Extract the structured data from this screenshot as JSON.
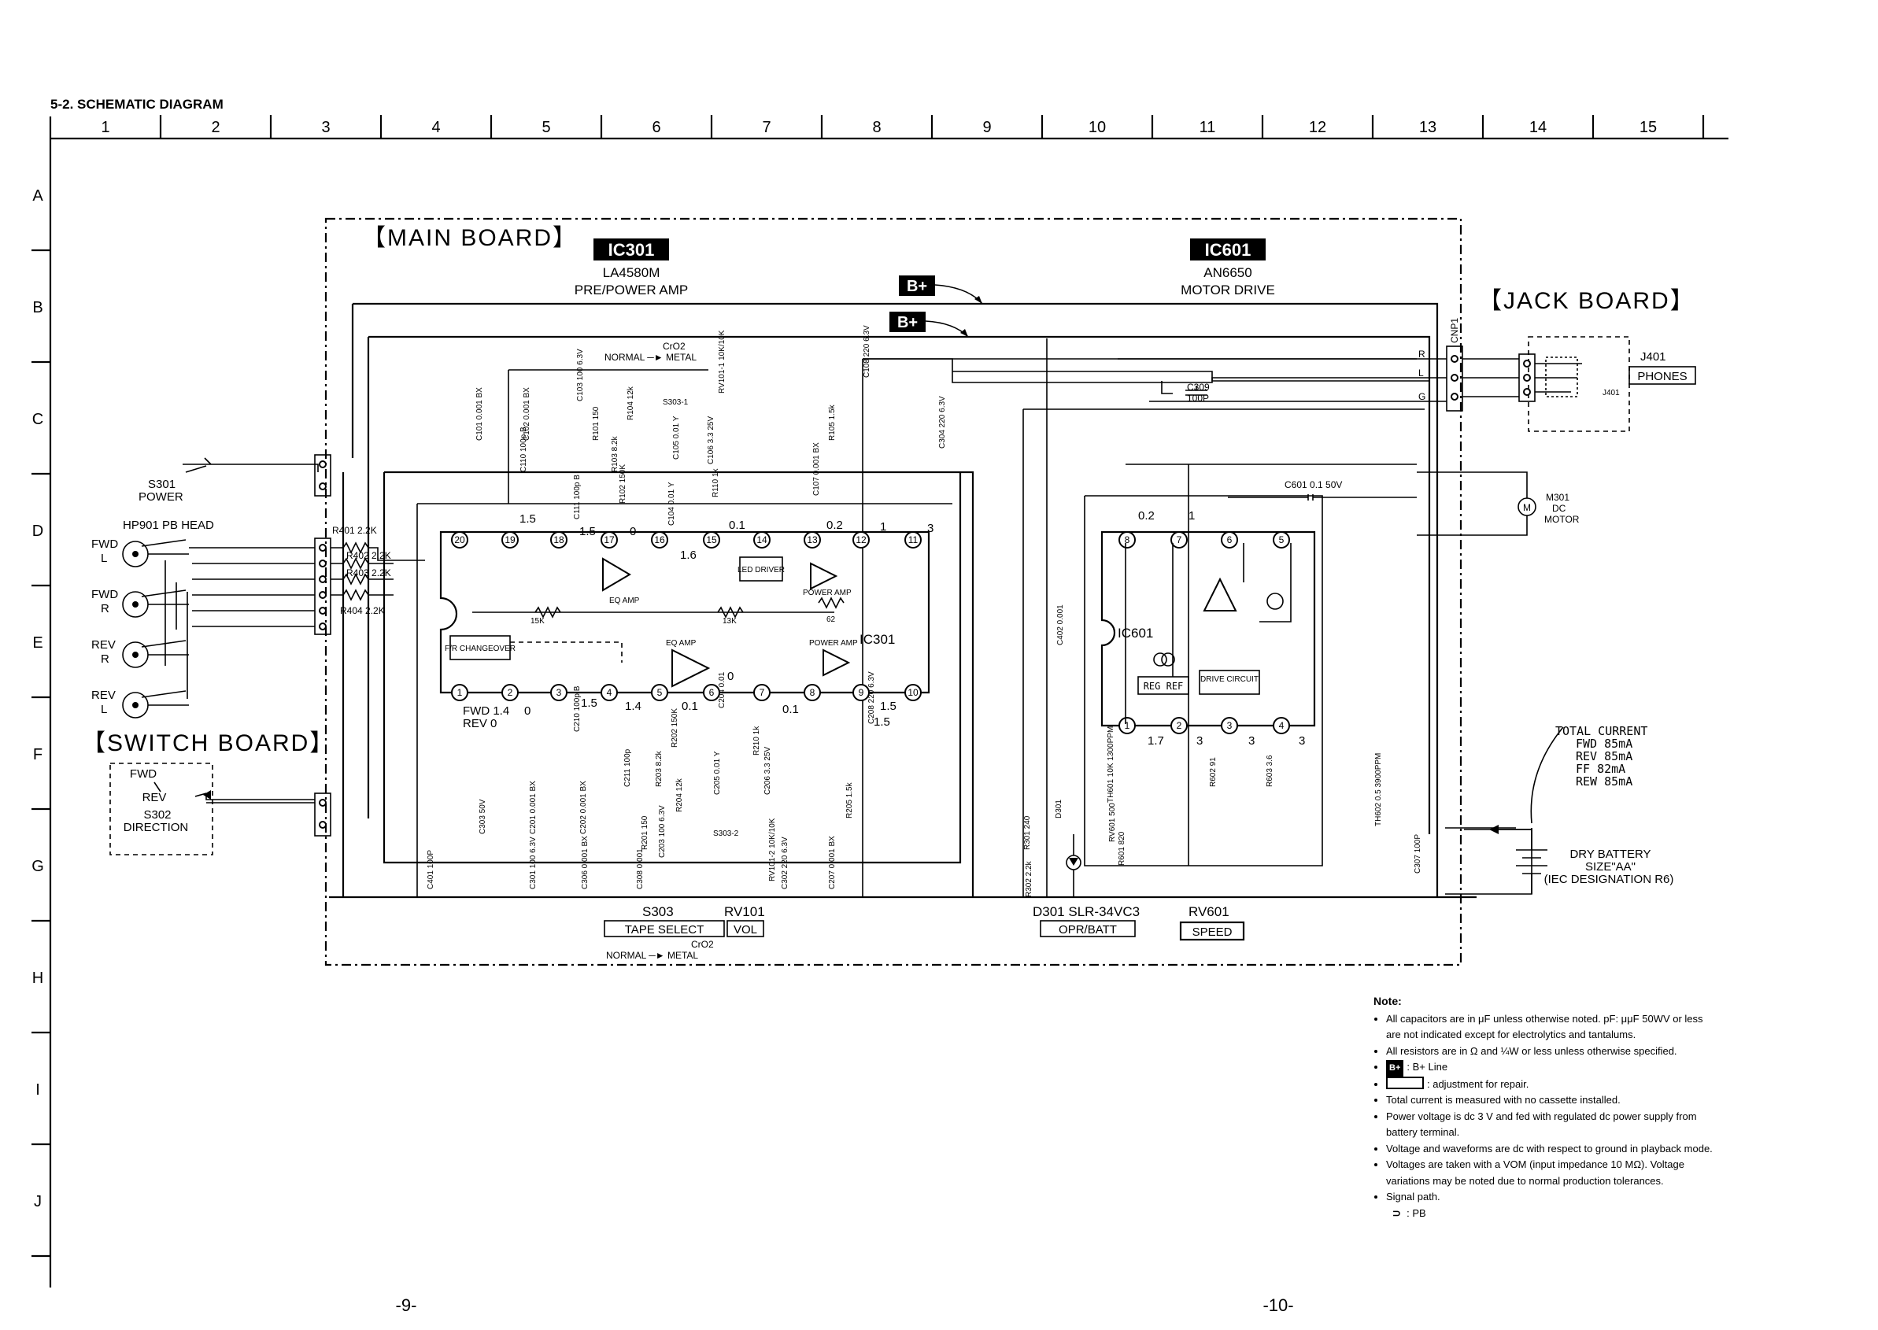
{
  "header": {
    "section": "5-2. SCHEMATIC DIAGRAM",
    "columns": [
      "1",
      "2",
      "3",
      "4",
      "5",
      "6",
      "7",
      "8",
      "9",
      "10",
      "11",
      "12",
      "13",
      "14",
      "15"
    ],
    "rows": [
      "A",
      "B",
      "C",
      "D",
      "E",
      "F",
      "G",
      "H",
      "I",
      "J"
    ]
  },
  "boards": {
    "main": "【MAIN BOARD】",
    "jack": "【JACK BOARD】",
    "switch": "【SWITCH BOARD】"
  },
  "ics": {
    "ic301": {
      "badge": "IC301",
      "part": "LA4580M",
      "desc": "PRE/POWER AMP",
      "inner": "IC301"
    },
    "ic601": {
      "badge": "IC601",
      "part": "AN6650",
      "desc": "MOTOR DRIVE",
      "inner": "IC601"
    }
  },
  "bplus": "B+",
  "components": {
    "s301": [
      "S301",
      "POWER"
    ],
    "hp901": "HP901  PB HEAD",
    "head_channels": [
      [
        "FWD",
        "L"
      ],
      [
        "FWD",
        "R"
      ],
      [
        "REV",
        "R"
      ],
      [
        "REV",
        "L"
      ]
    ],
    "resistors_in": [
      "R401 2.2K",
      "R402 2.2K",
      "R403 2.2K",
      "R404 2.2K"
    ],
    "switch_board": [
      "FWD",
      "REV",
      "S302",
      "DIRECTION"
    ],
    "j401": [
      "J401",
      "PHONES"
    ],
    "j401_small": "J401",
    "cnp1": "CNP1",
    "rlg": [
      "R",
      "L",
      "G"
    ],
    "motor": [
      "M301",
      "DC",
      "MOTOR"
    ],
    "battery": [
      "DRY BATTERY",
      "SIZE\"AA\"",
      "(IEC DESIGNATION R6)"
    ],
    "total_current": [
      "TOTAL CURRENT",
      "FWD 85mA",
      "REV 85mA",
      "FF  82mA",
      "REW 85mA"
    ],
    "cro2_top": [
      "CrO2",
      "NORMAL ─► METAL"
    ],
    "cro2_bottom": [
      "CrO2",
      "NORMAL ─► METAL"
    ],
    "s303": "S303",
    "rv101": "RV101",
    "tape_select": "TAPE SELECT",
    "vol": "VOL",
    "d301": "D301 SLR-34VC3",
    "rv601": "RV601",
    "opr_batt": "OPR/BATT",
    "speed": "SPEED",
    "c309": [
      "C309",
      "100P"
    ],
    "c601": "C601 0.1 50V",
    "blocks": [
      "EQ AMP",
      "EQ AMP",
      "POWER AMP",
      "POWER AMP",
      "LED DRIVER",
      "F/R CHANGEOVER",
      "REG REF",
      "DRIVE CIRCUIT"
    ],
    "s303_1": "S303-1",
    "s303_2": "S303-2",
    "res_15k": "15K",
    "res_13k": "13K",
    "res_62": "62"
  },
  "ic301_upper_pins": [
    "20",
    "19",
    "18",
    "17",
    "16",
    "15",
    "14",
    "13",
    "12",
    "11"
  ],
  "ic301_lower_pins": [
    "1",
    "2",
    "3",
    "4",
    "5",
    "6",
    "7",
    "8",
    "9",
    "10"
  ],
  "ic601_upper_pins": [
    "8",
    "7",
    "6",
    "5"
  ],
  "ic601_lower_pins": [
    "1",
    "2",
    "3",
    "4"
  ],
  "voltages": {
    "upper": [
      "1.5",
      "1.5",
      "0",
      "1.6",
      "0.1",
      "0.2",
      "1",
      "3"
    ],
    "lower": [
      "FWD 1.4",
      "REV 0",
      "0",
      "1.5",
      "1.4",
      "0.1",
      "0",
      "0.1",
      "1.5",
      "1.5"
    ],
    "ic601": [
      "0.2",
      "1",
      "1.7",
      "3",
      "3",
      "3"
    ]
  },
  "part_labels": {
    "c101": "C101 0.001 BX",
    "c102": "C102 0.001 BX",
    "c103": "C103 100 6.3V",
    "r101": "R101 150",
    "r104": "R104 12k",
    "rv101_1": "RV101-1 10K/10K",
    "c110": "C110 100p B",
    "r103": "R103 8.2k",
    "r102": "R102 150K",
    "c105": "C105 0.01 Y",
    "c106": "C106 3.3 25V",
    "r110": "R110 1k",
    "c107": "C107 0.001 BX",
    "r105": "R105 1.5k",
    "c108": "C108 220 6.3V",
    "c304": "C304 220 6.3V",
    "c111": "C111 100p B",
    "c104": "C104 0.01 Y",
    "c402": "C402 0.001",
    "c210": "C210 100p B",
    "c204": "C204 0.01",
    "c208": "C208 220 6.3V",
    "c211": "C211 100p",
    "r203": "R203 8.2k",
    "r204": "R204 12k",
    "r202": "R202 150K",
    "c205": "C205 0.01 Y",
    "c206": "C206 3.3 25V",
    "r210": "R210 1k",
    "r205": "R205 1.5k",
    "c303": "C303 50V",
    "c201": "C201 0.001 BX",
    "c202": "C202 0.001 BX",
    "r201": "R201 150",
    "c203": "C203 100 6.3V",
    "rv101_2": "RV101-2 10K/10K",
    "c401": "C401 100P",
    "c301": "C301 100 6.3V",
    "c306": "C306 0.001 BX",
    "c308": "C308 0.001",
    "c302": "C302 220 6.3V",
    "c207": "C207 0.001 BX",
    "r301": "R301 240",
    "r302": "R302 2.2k",
    "d301": "D301",
    "th601": "TH601 10K 1300PPM",
    "rv601": "RV601 500",
    "r601": "R601 820",
    "r602": "R602 91",
    "r603": "R603 3.6",
    "th602": "TH602 0.5 3900PPM",
    "c307": "C307 100P"
  },
  "notes": {
    "title": "Note:",
    "items": [
      "All capacitors are in μF unless otherwise noted. pF: μμF 50WV or less are not indicated except for electrolytics and tantalums.",
      "All resistors are in Ω and ¼W or less unless otherwise specified.",
      ": B+ Line",
      ": adjustment for repair.",
      "Total current is measured with no cassette installed.",
      "Power voltage is dc 3 V and fed with regulated dc power supply from battery terminal.",
      "Voltage and waveforms are dc with respect to ground in playback mode.",
      "Voltages are taken with a VOM (input impedance 10 MΩ). Voltage variations may be noted due to normal production tolerances.",
      "Signal path."
    ],
    "signal_path": ": PB"
  },
  "page_numbers": [
    "-9-",
    "-10-"
  ]
}
